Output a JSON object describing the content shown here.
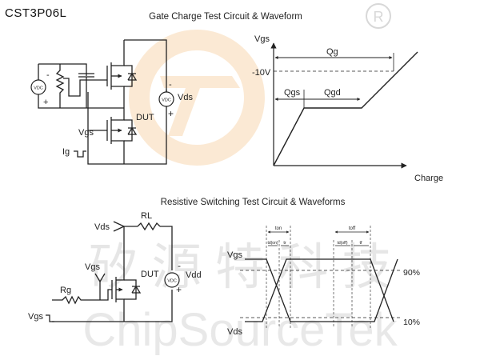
{
  "part_number": "CST3P06L",
  "watermark": {
    "registered_mark": "®",
    "cn_text": "矽 源 特 科 技",
    "en_text": "ChipSourceTek"
  },
  "gate_charge": {
    "title": "Gate Charge Test Circuit & Waveform",
    "circuit": {
      "source_label": "VDC",
      "plus": "+",
      "minus": "-",
      "dut_label": "DUT",
      "vgs_label": "Vgs",
      "ig_label": "Ig",
      "vds_source_label": "VDC",
      "vds_label": "Vds"
    },
    "waveform": {
      "y_label": "Vgs",
      "x_label": "Charge",
      "level_label": "-10V",
      "qg_label": "Qg",
      "qgs_label": "Qgs",
      "qgd_label": "Qgd"
    }
  },
  "switching": {
    "title": "Resistive Switching Test Circuit & Waveforms",
    "circuit": {
      "vds_label": "Vds",
      "rl_label": "RL",
      "vgs_label": "Vgs",
      "rg_label": "Rg",
      "dut_label": "DUT",
      "vdd_source_label": "VDC",
      "vdd_label": "Vdd",
      "minus": "-",
      "plus": "+",
      "vgs_pulse_label": "Vgs"
    },
    "waveform": {
      "vgs_label": "Vgs",
      "vds_label": "Vds",
      "pct_90": "90%",
      "pct_10": "10%",
      "t_on": "ton",
      "t_off": "toff",
      "td_on": "td(on)",
      "t_r": "tr",
      "td_off": "td(off)",
      "t_f": "tf"
    }
  }
}
